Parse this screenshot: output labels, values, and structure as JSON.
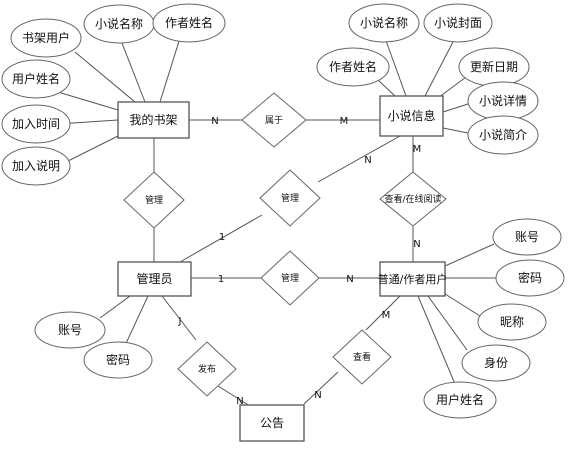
{
  "entities": {
    "bookshelf": "我的书架",
    "novel_info": "小说信息",
    "admin": "管理员",
    "user": "普通/作者用户",
    "notice": "公告"
  },
  "attributes": {
    "shelf_user": "书架用户",
    "shelf_novel_name": "小说名称",
    "shelf_author_name": "作者姓名",
    "shelf_username": "用户姓名",
    "shelf_add_time": "加入时间",
    "shelf_add_note": "加入说明",
    "novel_name": "小说名称",
    "novel_cover": "小说封面",
    "novel_author": "作者姓名",
    "novel_updated": "更新日期",
    "novel_detail": "小说详情",
    "novel_intro": "小说简介",
    "admin_account": "账号",
    "admin_password": "密码",
    "user_account": "账号",
    "user_password": "密码",
    "user_nickname": "昵称",
    "user_identity": "身份",
    "user_name": "用户姓名"
  },
  "relationships": {
    "belongs_to": "属于",
    "manage_shelf": "管理",
    "manage_novel": "管理",
    "manage_user": "管理",
    "view_read": "查看/在线阅读",
    "publish": "发布",
    "view_notice": "查看"
  },
  "cardinalities": {
    "shelf_belongs": "N",
    "belongs_novel": "M",
    "admin_manage_novel": "1",
    "manage_novel_novel": "N",
    "novel_view": "M",
    "view_user": "N",
    "admin_manage_user": "1",
    "manage_user_user": "N",
    "admin_publish": "J",
    "publish_notice": "N",
    "view_notice_notice": "N",
    "user_view_notice": "M"
  }
}
